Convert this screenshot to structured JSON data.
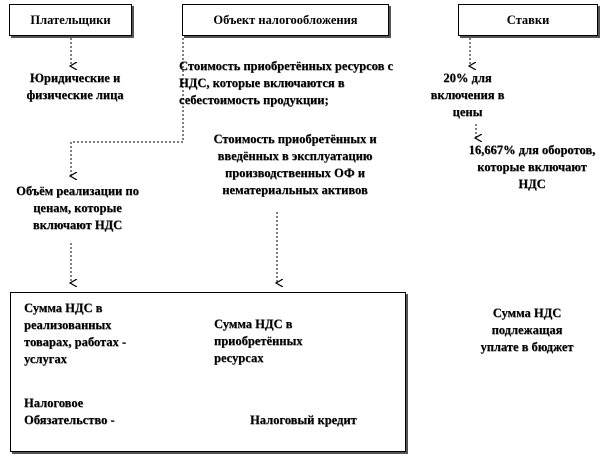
{
  "headers": {
    "payers": "Плательщики",
    "object": "Объект налогообложения",
    "rates": "Ставки"
  },
  "payers": {
    "entities": "Юридические и физические лица",
    "sales_volume": "Объём реализации по ценам, которые включают НДС"
  },
  "object": {
    "resources": "Стоимость приобретённых ресурсов с НДС, которые включаются в себестоимость продукции;",
    "fixed_assets": "Стоимость приобретённых и введённых в эксплуатацию производственных ОФ и нематериальных активов"
  },
  "rates": {
    "rate_20": "20% для включения в цены",
    "rate_16": "16,667% для оборотов, которые включают НДС"
  },
  "results": {
    "vat_sold": "Сумма НДС в реализованных товарах, работах - услугах",
    "vat_purchased": "Сумма НДС в приобретённых ресурсах",
    "tax_liability": "Налоговое Обязательство -",
    "tax_credit": "Налоговый кредит",
    "vat_payable": "Сумма НДС подлежащая уплате в бюджет"
  }
}
